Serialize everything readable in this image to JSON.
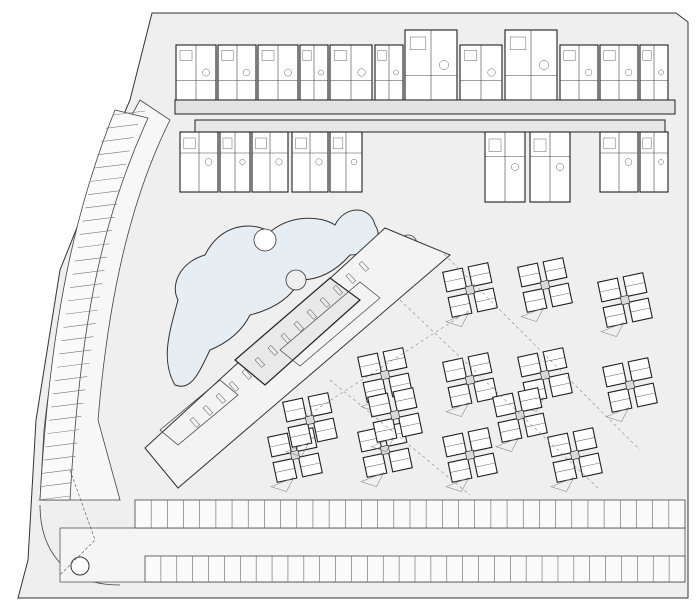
{
  "drawing": {
    "kind": "architectural-site-plan",
    "colors": {
      "background": "#ffffff",
      "site": "#efefef",
      "line": "#333333",
      "wall": "#1e1e1e",
      "water": "#e6eef3",
      "parking": "#fafafa"
    },
    "counts": {
      "north_wing_units": 12,
      "south_wing_units": 9,
      "cluster_buildings": 14,
      "bottom_parking_stalls": 34,
      "side_parking_stalls": 30
    }
  }
}
